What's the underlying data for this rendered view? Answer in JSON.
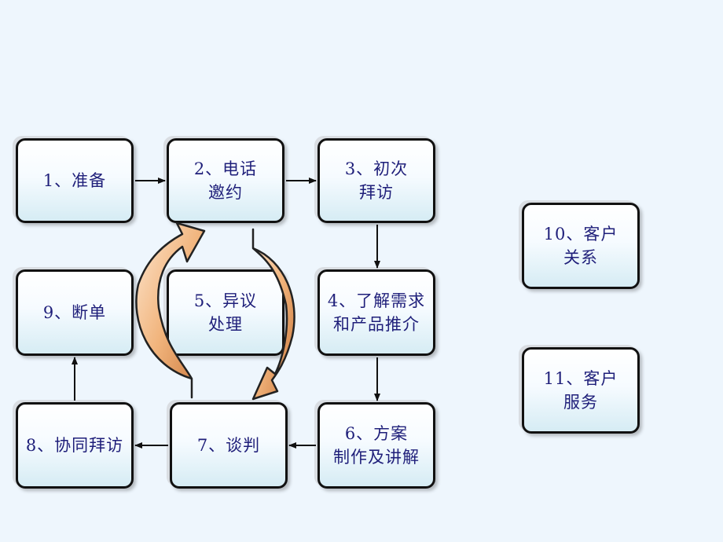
{
  "nodes": {
    "n1": "1、准备",
    "n2": "2、电话\n邀约",
    "n3": "3、初次\n拜访",
    "n4": "4、了解需求\n和产品推介",
    "n5": "5、异议\n处理",
    "n6": "6、方案\n制作及讲解",
    "n7": "7、谈判",
    "n8": "8、协同拜访",
    "n9": "9、断单",
    "n10": "10、客户\n关系",
    "n11": "11、客户\n服务"
  },
  "colors": {
    "node_text": "#1f1f7a",
    "node_border": "#111111",
    "cycle_arrow": "#e3a26a",
    "background": "#eef6fd"
  }
}
